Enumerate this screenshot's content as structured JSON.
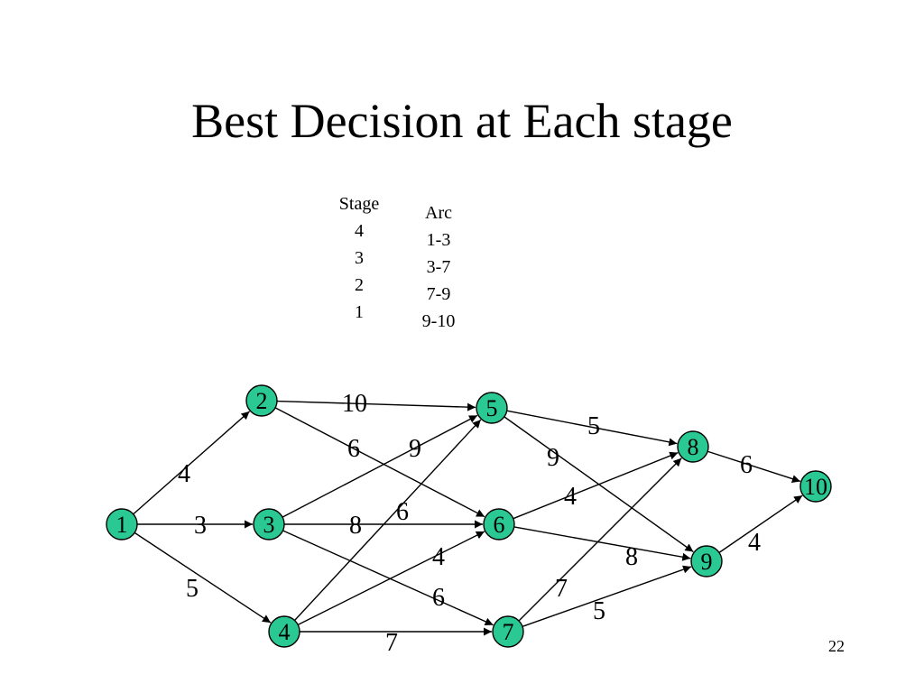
{
  "slide": {
    "title": "Best Decision at Each stage",
    "page_number": "22"
  },
  "table": {
    "stage_header": "Stage",
    "stages": [
      "4",
      "3",
      "2",
      "1"
    ],
    "arc_header": "Arc",
    "arcs": [
      "1-3",
      "3-7",
      "7-9",
      "9-10"
    ]
  },
  "graph": {
    "node_fill": "#2ac993",
    "nodes": [
      {
        "id": "1",
        "label": "1"
      },
      {
        "id": "2",
        "label": "2"
      },
      {
        "id": "3",
        "label": "3"
      },
      {
        "id": "4",
        "label": "4"
      },
      {
        "id": "5",
        "label": "5"
      },
      {
        "id": "6",
        "label": "6"
      },
      {
        "id": "7",
        "label": "7"
      },
      {
        "id": "8",
        "label": "8"
      },
      {
        "id": "9",
        "label": "9"
      },
      {
        "id": "10",
        "label": "10"
      }
    ],
    "edges": [
      {
        "from": "1",
        "to": "2",
        "weight": "4"
      },
      {
        "from": "1",
        "to": "3",
        "weight": "3"
      },
      {
        "from": "1",
        "to": "4",
        "weight": "5"
      },
      {
        "from": "2",
        "to": "5",
        "weight": "10"
      },
      {
        "from": "2",
        "to": "6",
        "weight": "6"
      },
      {
        "from": "3",
        "to": "5",
        "weight": "9"
      },
      {
        "from": "3",
        "to": "6",
        "weight": "8"
      },
      {
        "from": "3",
        "to": "7",
        "weight": "6"
      },
      {
        "from": "4",
        "to": "5",
        "weight": "6"
      },
      {
        "from": "4",
        "to": "6",
        "weight": "4"
      },
      {
        "from": "4",
        "to": "7",
        "weight": "7"
      },
      {
        "from": "5",
        "to": "8",
        "weight": "5"
      },
      {
        "from": "5",
        "to": "9",
        "weight": "9"
      },
      {
        "from": "6",
        "to": "8",
        "weight": "4"
      },
      {
        "from": "6",
        "to": "9",
        "weight": "8"
      },
      {
        "from": "7",
        "to": "8",
        "weight": "7"
      },
      {
        "from": "7",
        "to": "9",
        "weight": "5"
      },
      {
        "from": "8",
        "to": "10",
        "weight": "6"
      },
      {
        "from": "9",
        "to": "10",
        "weight": "4"
      }
    ]
  }
}
